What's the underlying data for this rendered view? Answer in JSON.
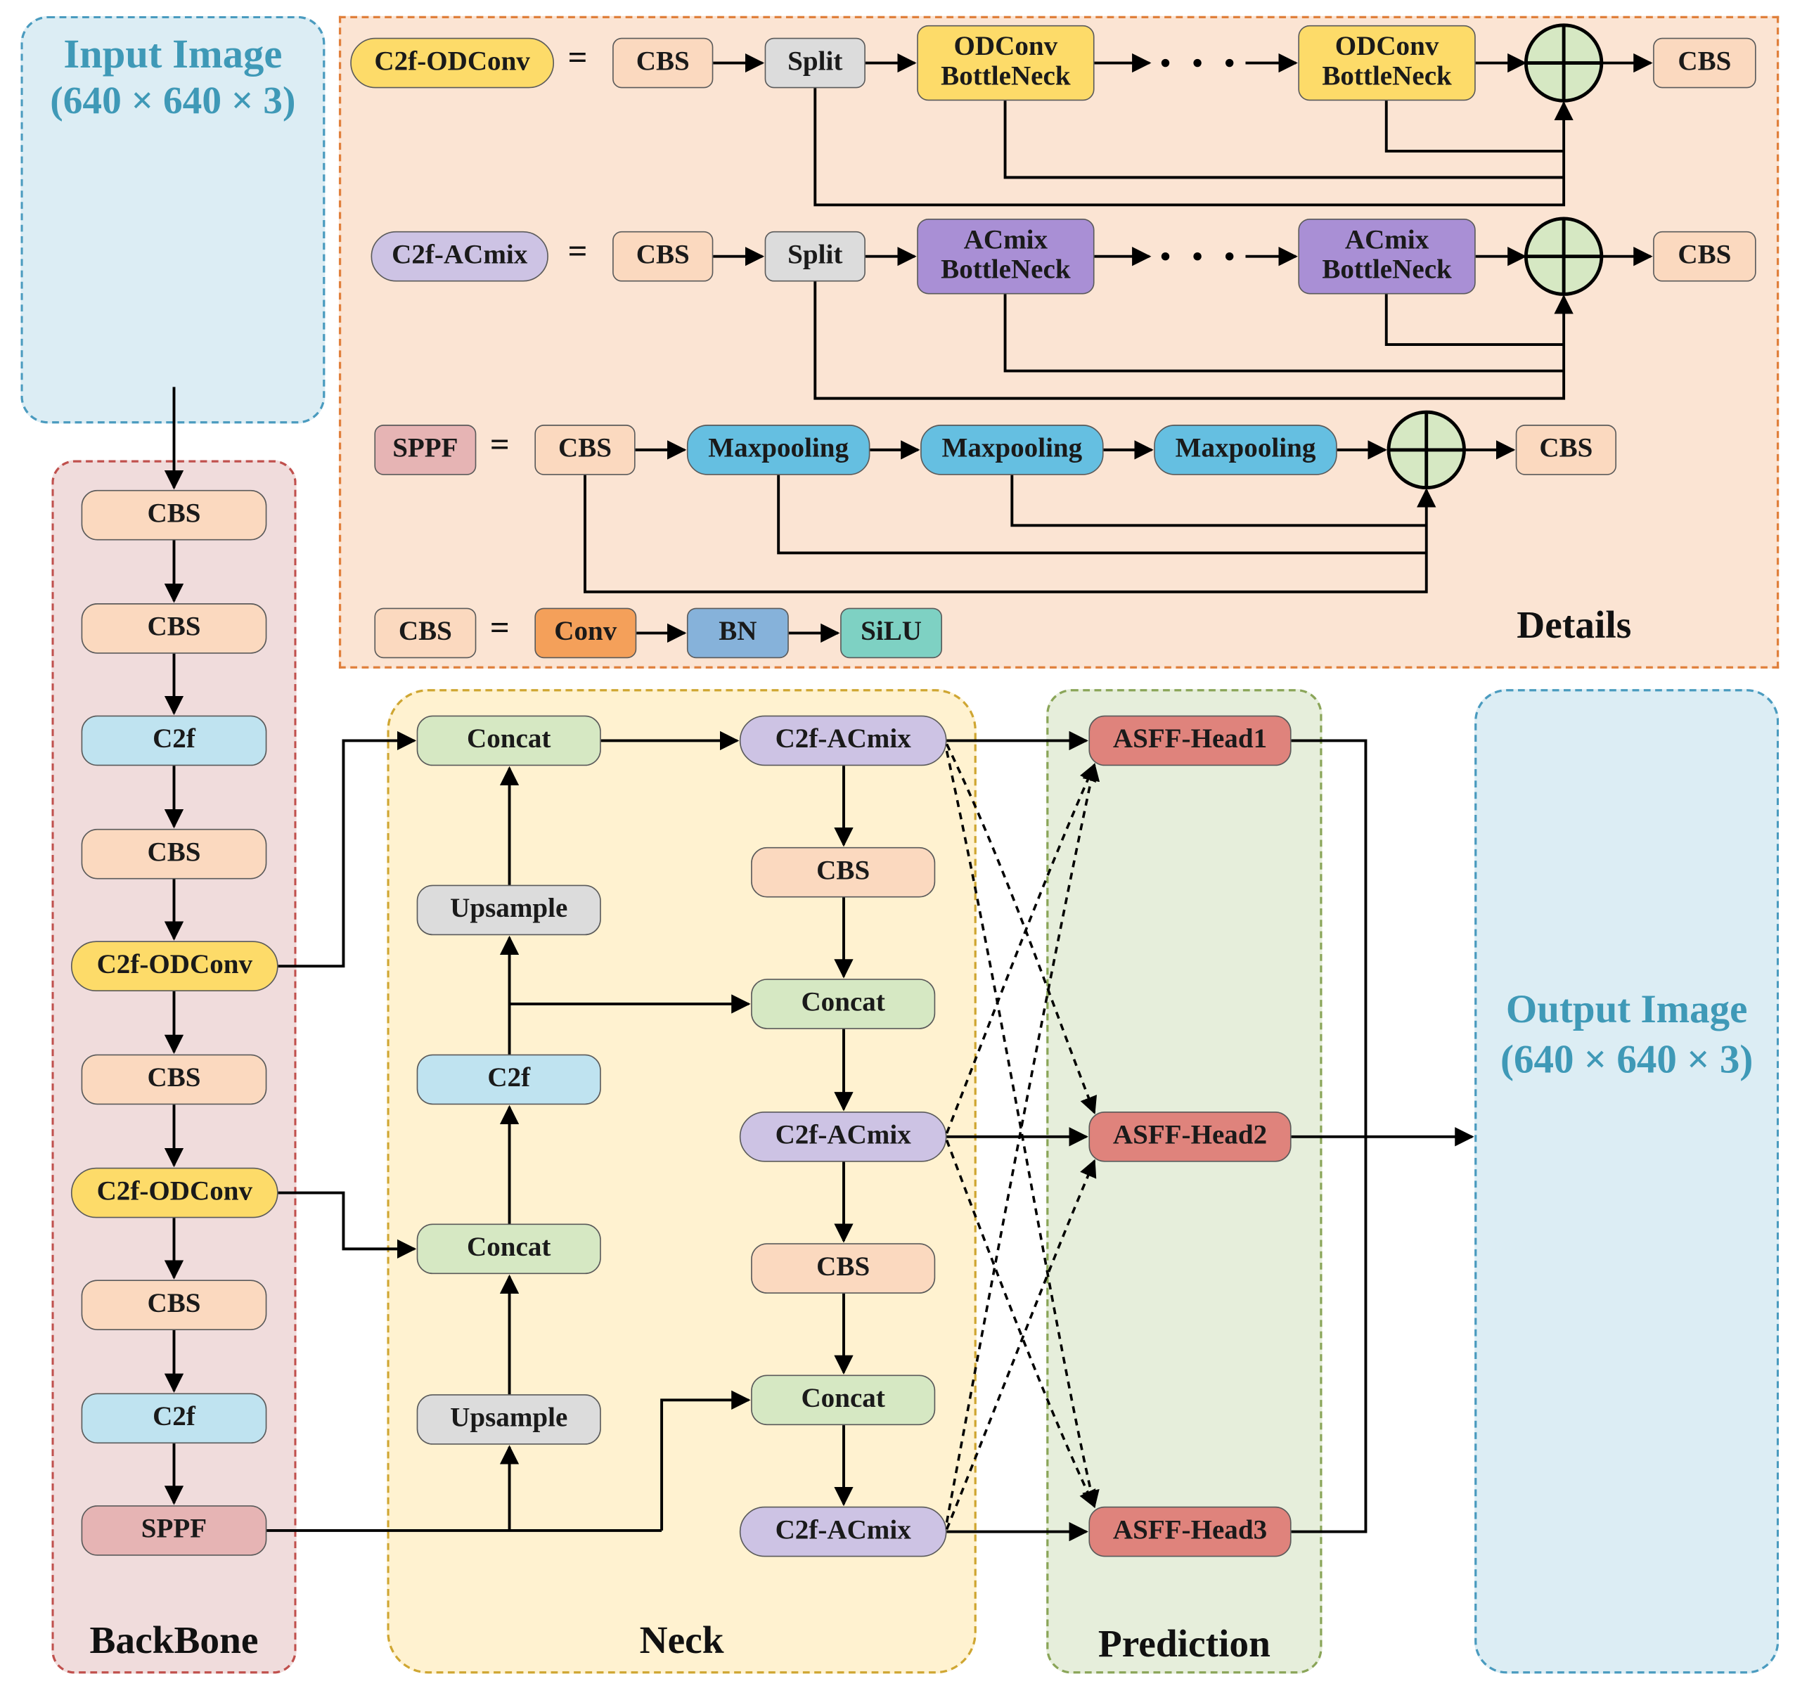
{
  "regions": {
    "input": {
      "title": "Input Image",
      "subtitle": "(640 × 640 × 3)"
    },
    "details": {
      "title": "Details"
    },
    "backbone": {
      "title": "BackBone"
    },
    "neck": {
      "title": "Neck"
    },
    "prediction": {
      "title": "Prediction"
    },
    "output": {
      "title": "Output Image",
      "subtitle": "(640 × 640 × 3)"
    }
  },
  "details": {
    "row1": {
      "name": "C2f-ODConv",
      "eq": "=",
      "cbs_in": "CBS",
      "split": "Split",
      "block_a": "ODConv\nBottleNeck",
      "block_b": "ODConv\nBottleNeck",
      "cbs_out": "CBS"
    },
    "row2": {
      "name": "C2f-ACmix",
      "eq": "=",
      "cbs_in": "CBS",
      "split": "Split",
      "block_a": "ACmix\nBottleNeck",
      "block_b": "ACmix\nBottleNeck",
      "cbs_out": "CBS"
    },
    "row3": {
      "name": "SPPF",
      "eq": "=",
      "cbs_in": "CBS",
      "pool1": "Maxpooling",
      "pool2": "Maxpooling",
      "pool3": "Maxpooling",
      "cbs_out": "CBS"
    },
    "row4": {
      "name": "CBS",
      "eq": "=",
      "conv": "Conv",
      "bn": "BN",
      "silu": "SiLU"
    }
  },
  "backbone": {
    "nodes": [
      "CBS",
      "CBS",
      "C2f",
      "CBS",
      "C2f-ODConv",
      "CBS",
      "C2f-ODConv",
      "CBS",
      "C2f",
      "SPPF"
    ]
  },
  "neck": {
    "left": {
      "concat_top": "Concat",
      "upsample_top": "Upsample",
      "c2f": "C2f",
      "concat_bottom": "Concat",
      "upsample_bottom": "Upsample"
    },
    "right": {
      "c2f_acmix_1": "C2f-ACmix",
      "cbs_1": "CBS",
      "concat_1": "Concat",
      "c2f_acmix_2": "C2f-ACmix",
      "cbs_2": "CBS",
      "concat_2": "Concat",
      "c2f_acmix_3": "C2f-ACmix"
    }
  },
  "prediction": {
    "heads": [
      "ASFF-Head1",
      "ASFF-Head2",
      "ASFF-Head3"
    ]
  },
  "colors": {
    "cbs": "#fbd9bf",
    "c2f": "#bfe3f0",
    "odconv": "#fddb69",
    "sppf": "#e6b4b4",
    "acmix": "#cdc3e4",
    "concat": "#d6e8c3",
    "upsample": "#dcdcdc",
    "head": "#df837c",
    "maxpool": "#65bfe1",
    "conv": "#f4a05a",
    "bn": "#86b2da",
    "silu": "#7ed1c3",
    "input_bg": "#dcedf4",
    "details_bg": "#fbe4d3",
    "backbone_bg": "#f0dcdc",
    "neck_bg": "#fff2d0",
    "prediction_bg": "#e6eedb",
    "output_bg": "#dcedf4"
  }
}
